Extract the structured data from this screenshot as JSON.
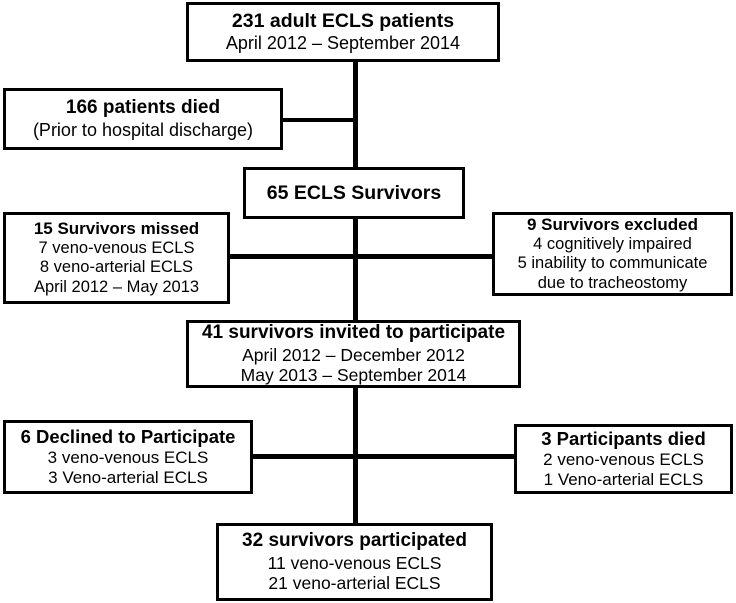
{
  "diagram": {
    "type": "flowchart",
    "orientation": "top-down",
    "line_color": "#000000",
    "box_border_color": "#000000",
    "background_color": "#ffffff",
    "nodes": {
      "total": {
        "title": "231 adult ECLS patients",
        "lines": [
          "April 2012 – September 2014"
        ]
      },
      "died": {
        "title": "166 patients died",
        "lines": [
          "(Prior to hospital discharge)"
        ]
      },
      "survivors": {
        "title": "65 ECLS Survivors",
        "lines": []
      },
      "missed": {
        "title": "15 Survivors missed",
        "lines": [
          "7 veno-venous ECLS",
          "8 veno-arterial ECLS",
          "April 2012 – May 2013"
        ]
      },
      "excluded": {
        "title": "9 Survivors excluded",
        "lines": [
          "4 cognitively impaired",
          "5 inability to communicate due to tracheostomy"
        ]
      },
      "invited": {
        "title": "41 survivors invited to participate",
        "lines": [
          "April 2012 – December 2012",
          "May 2013 – September 2014"
        ]
      },
      "declined": {
        "title": "6 Declined to Participate",
        "lines": [
          "3 veno-venous ECLS",
          "3 Veno-arterial ECLS"
        ]
      },
      "participants_died": {
        "title": "3 Participants died",
        "lines": [
          "2 veno-venous ECLS",
          "1 Veno-arterial ECLS"
        ]
      },
      "participated": {
        "title": "32 survivors participated",
        "lines": [
          "11 veno-venous ECLS",
          "21 veno-arterial ECLS"
        ]
      }
    }
  }
}
